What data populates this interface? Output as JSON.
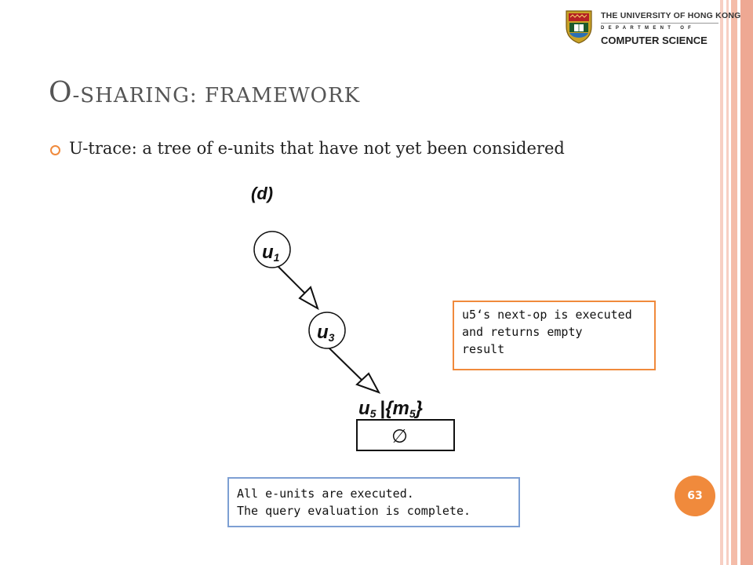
{
  "header": {
    "logo_line1": "THE UNIVERSITY OF HONG KONG",
    "logo_line2": "DEPARTMENT OF",
    "logo_line3": "COMPUTER SCIENCE",
    "crest_icon": "hku-crest-icon"
  },
  "slide": {
    "title_first": "O",
    "title_rest": "-sharing: framework",
    "bullet": "U-trace: a tree of e-units that have not yet been considered",
    "page_number": "63"
  },
  "diagram": {
    "panel_label": "(d)",
    "nodes": [
      {
        "id": "u1",
        "base": "u",
        "sub": "1"
      },
      {
        "id": "u3",
        "base": "u",
        "sub": "3"
      }
    ],
    "leaf": {
      "base": "u",
      "sub": "5",
      "sep": "|",
      "set_open": "{",
      "set_base": "m",
      "set_sub": "5",
      "set_close": "}"
    },
    "result": "∅"
  },
  "callouts": {
    "orange": {
      "lines": [
        "u5‘s next-op is executed",
        "and returns empty",
        "result"
      ]
    },
    "blue": {
      "lines": [
        "All e-units are executed.",
        "The query evaluation is complete."
      ]
    }
  },
  "colors": {
    "accent": "#f08a3c",
    "blue_border": "#7d9fd3",
    "title": "#555555",
    "bar_light": "#f7cfc3",
    "bar_dark": "#eea893"
  }
}
